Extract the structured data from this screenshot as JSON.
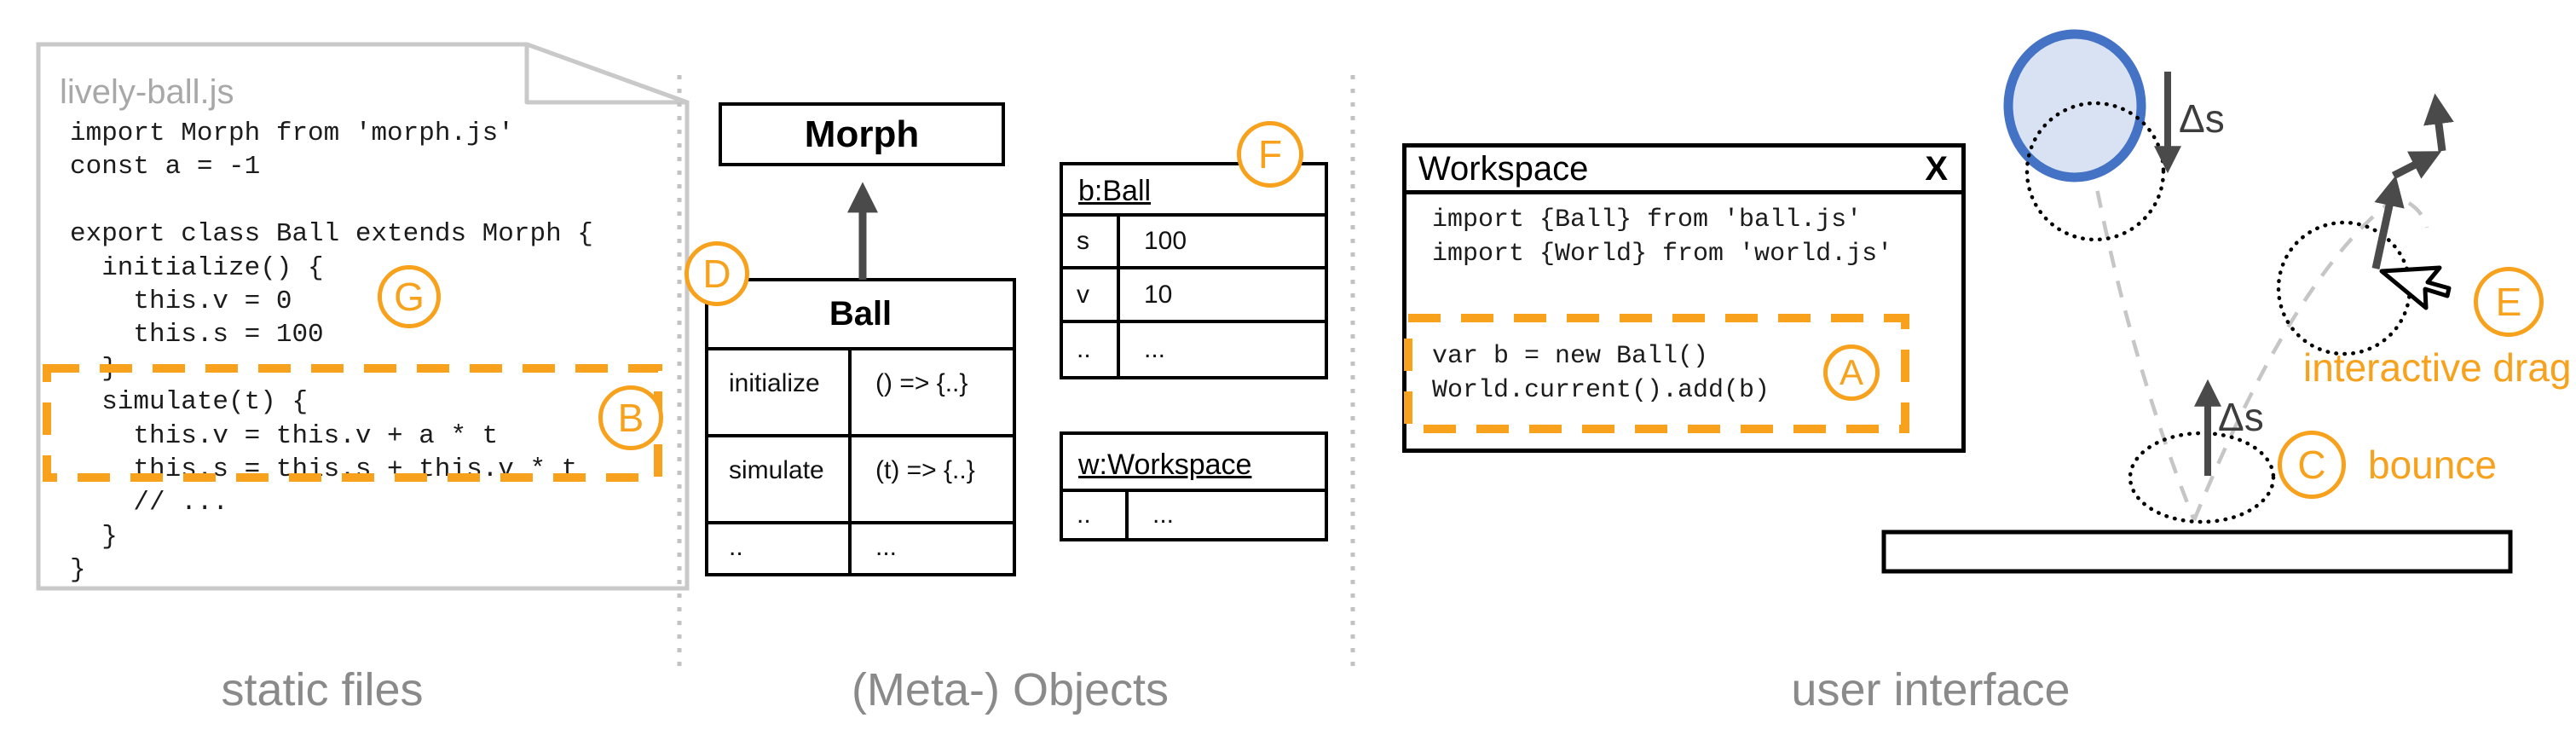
{
  "colors": {
    "accent_orange": "#F7A11C",
    "ball_stroke_blue": "#4472C4",
    "ball_fill_blue": "#D9E2F3",
    "caption_gray": "#8a8a8a",
    "arrow_dark": "#4a4a4a"
  },
  "captions": {
    "left": "static files",
    "middle": "(Meta-) Objects",
    "right": "user interface"
  },
  "file": {
    "title": "lively-ball.js",
    "lines": [
      "import Morph from 'morph.js'",
      "const a = -1",
      "",
      "export class Ball extends Morph {",
      "  initialize() {",
      "    this.v = 0",
      "    this.s = 100",
      "  }",
      "  simulate(t) {",
      "    this.v = this.v + a * t",
      "    this.s = this.s + this.v * t",
      "    // ...",
      "  }",
      "}"
    ]
  },
  "morph_box": {
    "label": "Morph"
  },
  "ball_class": {
    "title": "Ball",
    "rows": [
      [
        "initialize",
        "() => {..}"
      ],
      [
        "simulate",
        "(t) => {..}"
      ],
      [
        "..",
        "..."
      ]
    ]
  },
  "ball_instance": {
    "title": "b:Ball",
    "rows": [
      [
        "s",
        "100"
      ],
      [
        "v",
        "10"
      ],
      [
        "..",
        "..."
      ]
    ]
  },
  "workspace_instance": {
    "title": "w:Workspace",
    "rows": [
      [
        "..",
        "..."
      ]
    ]
  },
  "workspace_window": {
    "title": "Workspace",
    "close_label": "X",
    "lines": [
      "import {Ball} from 'ball.js'",
      "import {World} from 'world.js'",
      "",
      "",
      "var b = new Ball()",
      "World.current().add(b)"
    ]
  },
  "markers": {
    "a": "A",
    "b": "B",
    "c": "C",
    "d": "D",
    "e": "E",
    "f": "F",
    "g": "G"
  },
  "physics": {
    "delta_top": "Δs",
    "delta_bottom": "Δs",
    "bounce_label": "bounce",
    "drag_label": "interactive drag"
  }
}
